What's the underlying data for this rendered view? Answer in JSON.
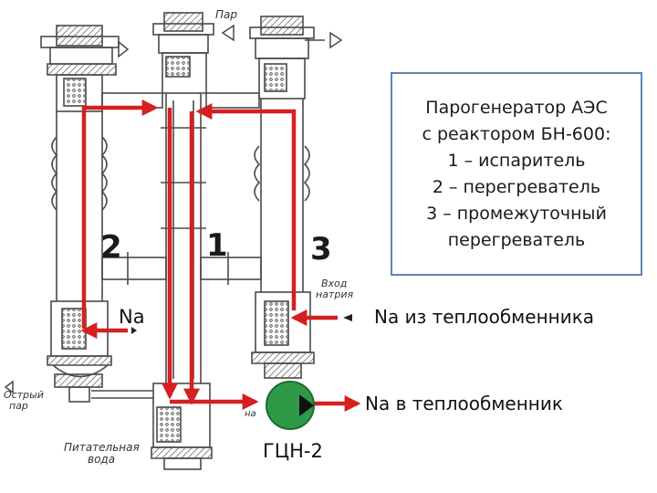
{
  "info_box": {
    "lines": [
      "Парогенератор АЭС",
      "с реактором БН-600:",
      "1 – испаритель",
      "2 – перегреватель",
      "3 – промежуточный",
      "перегреватель"
    ]
  },
  "numbers": {
    "evaporator": "1",
    "superheater": "2",
    "intermediate_superheater": "3"
  },
  "labels": {
    "na_left": "Na",
    "na_from_hx": "Na из теплообменника",
    "na_to_hx": "Na в теплообменник",
    "pump": "ГЦН-2"
  },
  "drawing_text": {
    "steam": "Пар",
    "sodium_inlet_line1": "Вход",
    "sodium_inlet_line2": "натрия",
    "live_steam_line1": "Острый",
    "live_steam_line2": "пар",
    "feedwater_line1": "Питательная",
    "feedwater_line2": "вода",
    "pump_fragment": "на"
  },
  "colors": {
    "flow": "#d42020",
    "pump": "#2e9a48",
    "box_border": "#5b86b8",
    "drawing": "#4a4a4a"
  },
  "icons": {
    "pump": "pump-circle-icon",
    "flow": "red-arrow-icon"
  }
}
